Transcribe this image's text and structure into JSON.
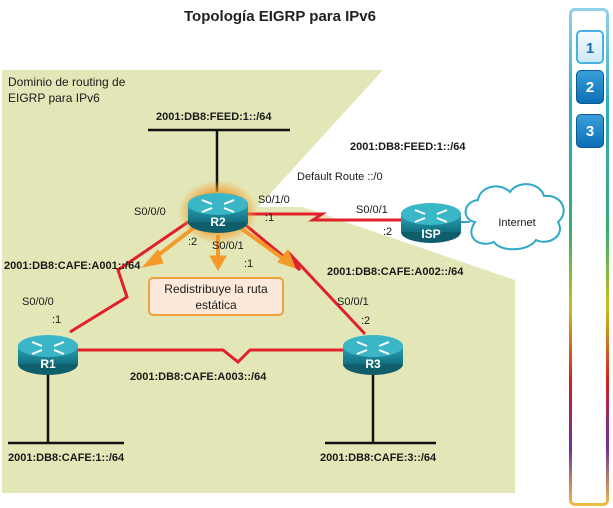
{
  "title": "Topología EIGRP para IPv6",
  "domain_label": [
    "Dominio de routing de",
    "EIGRP para IPv6"
  ],
  "routers": {
    "r1": "R1",
    "r2": "R2",
    "r3": "R3",
    "isp": "ISP"
  },
  "cloud_label": "Internet",
  "networks": {
    "r2_lan": "2001:DB8:FEED:1::/64",
    "isp_net": "2001:DB8:FEED:1::/64",
    "r1_r2": "2001:DB8:CAFE:A001::/64",
    "r2_r3": "2001:DB8:CAFE:A002::/64",
    "r1_r3": "2001:DB8:CAFE:A003::/64",
    "r1_lan": "2001:DB8:CAFE:1::/64",
    "r3_lan": "2001:DB8:CAFE:3::/64"
  },
  "default_route": "Default Route ::/0",
  "interfaces": {
    "r2_s000": "S0/0/0",
    "r2_s000_host": ":2",
    "r2_s001": "S0/0/1",
    "r2_s001_host": ":1",
    "r2_s010": "S0/1/0",
    "r2_s010_host": ":1",
    "isp_s001": "S0/0/1",
    "isp_host": ":2",
    "r1_s000": "S0/0/0",
    "r1_host": ":1",
    "r3_s001": "S0/0/1",
    "r3_host": ":2"
  },
  "note": [
    "Redistribuye la ruta",
    "estática"
  ],
  "steps": [
    "1",
    "2",
    "3"
  ],
  "colors": {
    "domain_fill": "#e3e7b8",
    "router_fill": "#1d8fa0",
    "serial_link": "#e0202a",
    "highlight": "#f39a2a"
  }
}
